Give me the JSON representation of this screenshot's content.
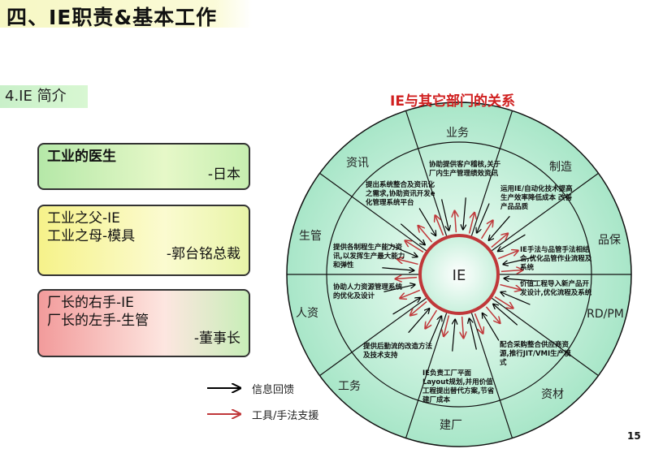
{
  "title": "四、IE职责&基本工作",
  "subtitle": "4.IE 简介",
  "boxes": [
    {
      "lines": [
        "工业的医生"
      ],
      "source": "-日本"
    },
    {
      "lines": [
        "工业之父-IE",
        "工业之母-模具"
      ],
      "source": "-郭台铭总裁"
    },
    {
      "lines": [
        "厂长的右手-IE",
        "厂长的左手-生管"
      ],
      "source": "-董事长"
    }
  ],
  "diagram": {
    "title": "IE与其它部门的关系",
    "center": "IE",
    "departments": [
      {
        "name": "业务",
        "desc": "协助提供客户稽核,关于厂内生产管理绩效资讯"
      },
      {
        "name": "制造",
        "desc": "运用IE/自动化技术提高生产效率降低成本 改善产品品质"
      },
      {
        "name": "品保",
        "desc": "IE手法与品管手法相结合,优化品管作业流程及系统"
      },
      {
        "name": "RD/PM",
        "desc": "价值工程导入新产品开发设计,优化流程及系统"
      },
      {
        "name": "资材",
        "desc": "配合采购整合供应商资源,推行JIT/VMI生产模式"
      },
      {
        "name": "建厂",
        "desc": "IE负责工厂平面Layout规划,并用价值工程提出替代方案,节省建厂成本"
      },
      {
        "name": "工务",
        "desc": "提供后勤流的改造方法及技术支持"
      },
      {
        "name": "人资",
        "desc": "协助人力资源管理系统的优化及设计"
      },
      {
        "name": "生管",
        "desc": "提供各制程生产能力资讯,以发挥生产最大能力和弹性"
      },
      {
        "name": "资讯",
        "desc": "提出系统整合及资讯化之需求,协助资讯开发e化管理系统平台"
      }
    ],
    "colors": {
      "fill": "#c8f0dc",
      "center_ring": "#c0383a",
      "feedback_arrow": "#000000",
      "support_arrow": "#c0383a"
    }
  },
  "legend": [
    {
      "label": "信息回馈",
      "color": "#000000"
    },
    {
      "label": "工具/手法支援",
      "color": "#c0383a"
    }
  ],
  "page_number": "15"
}
